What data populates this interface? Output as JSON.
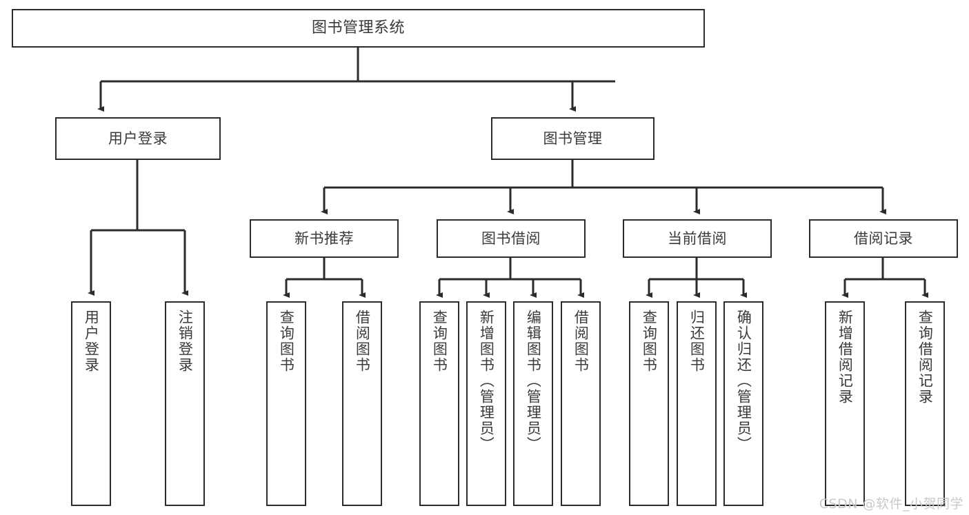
{
  "diagram": {
    "title": "图书管理系统",
    "type": "tree-hierarchy-diagram",
    "orientation": "top-down",
    "colors": {
      "box_border": "#2b2b2b",
      "box_fill": "#ffffff",
      "edge": "#2b2b2b",
      "text": "#3a3a3a",
      "watermark": "#c9c9c9",
      "background": "#ffffff"
    }
  },
  "nodes": {
    "root": {
      "label": "图书管理系统"
    },
    "level1": [
      {
        "id": "user-login",
        "label": "用户登录"
      },
      {
        "id": "book-manage",
        "label": "图书管理"
      }
    ],
    "level2": [
      {
        "id": "new-book-recommend",
        "label": "新书推荐"
      },
      {
        "id": "book-borrow",
        "label": "图书借阅"
      },
      {
        "id": "current-borrow",
        "label": "当前借阅"
      },
      {
        "id": "borrow-record",
        "label": "借阅记录"
      }
    ],
    "leaves": {
      "user-login": [
        {
          "id": "leaf-user-login",
          "label": "用户登录"
        },
        {
          "id": "leaf-logout",
          "label": "注销登录"
        }
      ],
      "new-book-recommend": [
        {
          "id": "leaf-query-book-1",
          "label": "查询图书"
        },
        {
          "id": "leaf-borrow-book-1",
          "label": "借阅图书"
        }
      ],
      "book-borrow": [
        {
          "id": "leaf-query-book-2",
          "label": "查询图书"
        },
        {
          "id": "leaf-add-book",
          "label": "新增图书（管理员）"
        },
        {
          "id": "leaf-edit-book",
          "label": "编辑图书（管理员）"
        },
        {
          "id": "leaf-borrow-book-2",
          "label": "借阅图书"
        }
      ],
      "current-borrow": [
        {
          "id": "leaf-query-book-3",
          "label": "查询图书"
        },
        {
          "id": "leaf-return-book",
          "label": "归还图书"
        },
        {
          "id": "leaf-confirm-return",
          "label": "确认归还（管理员）"
        }
      ],
      "borrow-record": [
        {
          "id": "leaf-add-record",
          "label": "新增借阅记录"
        },
        {
          "id": "leaf-query-record",
          "label": "查询借阅记录"
        }
      ]
    }
  },
  "watermark": {
    "text": "CSDN @软件_小贺同学"
  }
}
